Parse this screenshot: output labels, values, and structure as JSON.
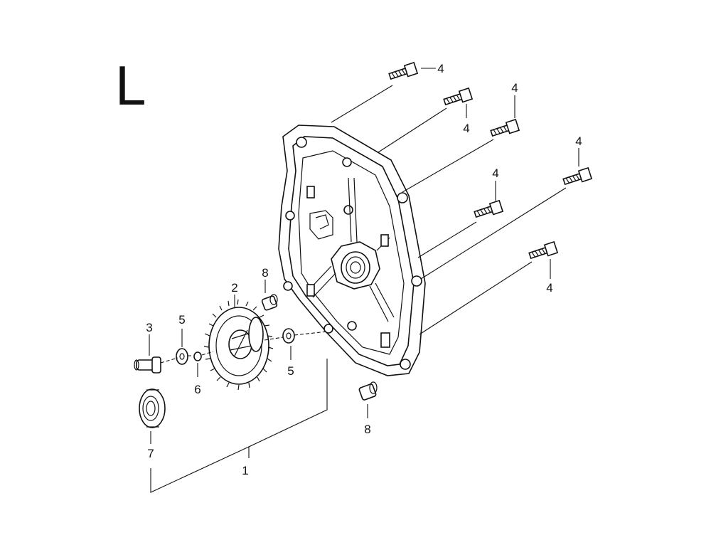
{
  "diagram": {
    "section_letter": "L",
    "parts": {
      "p1": "1",
      "p2": "2",
      "p3": "3",
      "p4": "4",
      "p5": "5",
      "p6": "6",
      "p7": "7",
      "p8": "8"
    }
  }
}
